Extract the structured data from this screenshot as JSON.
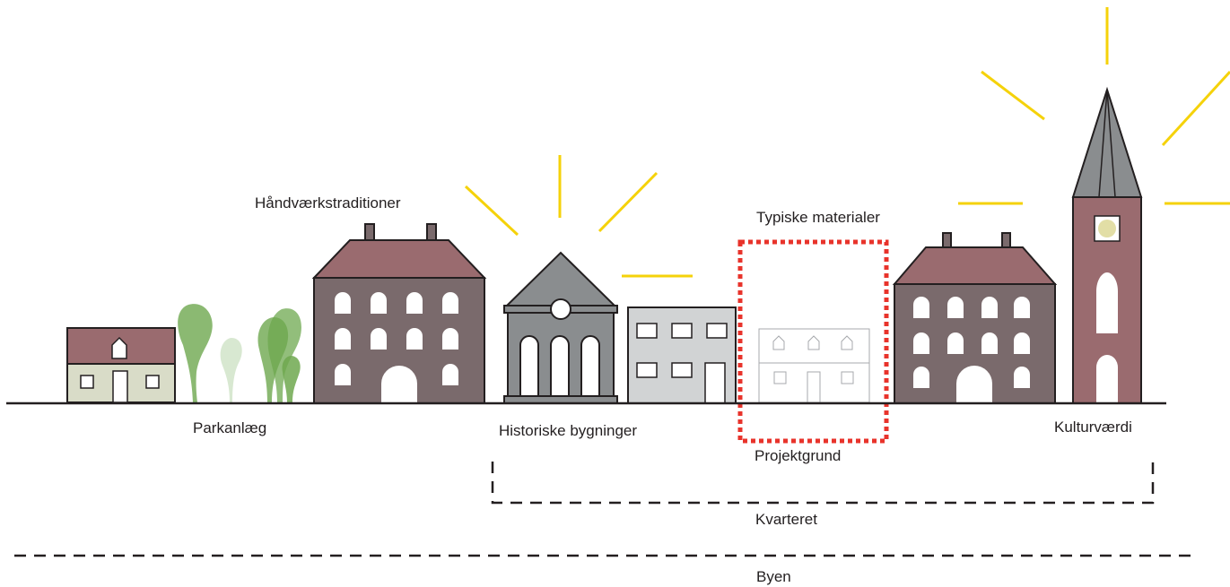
{
  "labels": {
    "craft_traditions": "Håndværkstraditioner",
    "typical_materials": "Typiske materialer",
    "park": "Parkanlæg",
    "historic_buildings": "Historiske bygninger",
    "project_site": "Projektgrund",
    "cultural_value": "Kulturværdi",
    "quarter": "Kvarteret",
    "city": "Byen"
  },
  "colors": {
    "roof": "#9a6b6f",
    "wall_dark": "#7a6a6c",
    "church_tower": "#9a6b6f",
    "grey_building": "#8a8d8f",
    "light_grey_building": "#d1d3d4",
    "cream_wall": "#d9dcc8",
    "tree_green": "#6ea84f",
    "tree_pale": "#d4e6cc",
    "highlight_rays": "#f5d20a",
    "project_outline": "#e8332b",
    "ink": "#231f20",
    "clock_face": "#e2dea6"
  }
}
